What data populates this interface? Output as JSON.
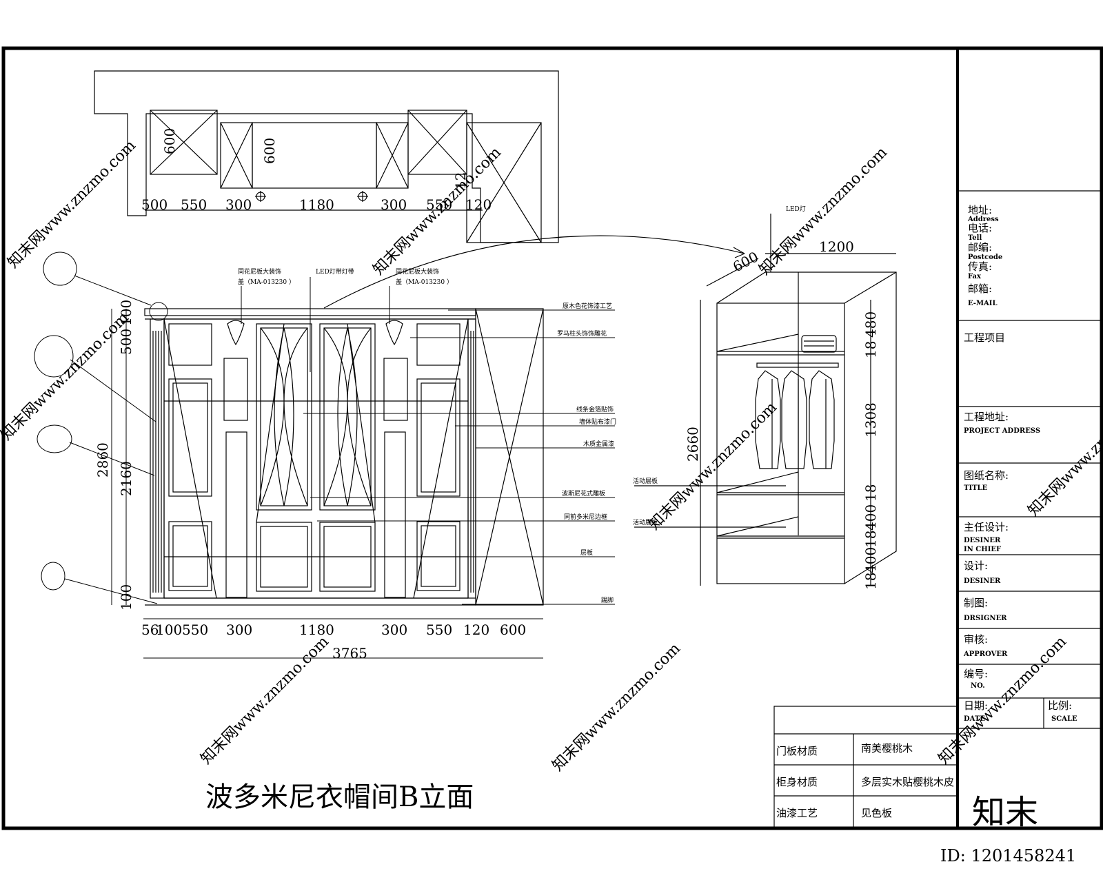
{
  "plan": {
    "dims": [
      "500",
      "550",
      "300",
      "1180",
      "300",
      "550",
      "120"
    ],
    "dim_600_a": "600",
    "dim_600_b": "600",
    "dim_12": "12"
  },
  "elevation": {
    "title": "波多米尼衣帽间B立面",
    "top_labels": {
      "left": "同花尼板大装饰",
      "left_code": "盖（MA-013230 ）",
      "center": "LED灯带灯带",
      "right": "同花尼板大装饰",
      "right_code": "盖（MA-013230 ）"
    },
    "callouts": [
      "原木色花饰漆工艺",
      "罗马柱头饰饰雕花",
      "线条金箔贴饰",
      "墙体贴布漆门",
      "木质金属漆",
      "波斯尼花式雕板",
      "同前多米尼边框",
      "层板",
      "踢脚"
    ],
    "vertical_dims": [
      "100",
      "500",
      "2160",
      "100"
    ],
    "total_height": "2860",
    "bottom_dims": [
      "56",
      "100",
      "550",
      "300",
      "1180",
      "300",
      "550",
      "120",
      "600"
    ],
    "total_width": "3765"
  },
  "section": {
    "led_label": "LED灯",
    "width": "1200",
    "depth": "600",
    "height": "2660",
    "side_dims": [
      "480",
      "18",
      "1308",
      "18",
      "400",
      "18",
      "400",
      "18"
    ],
    "shelf_label": "活动层板"
  },
  "materials": [
    {
      "label": "门板材质",
      "value": "南美樱桃木"
    },
    {
      "label": "柜身材质",
      "value": "多层实木贴樱桃木皮"
    },
    {
      "label": "油漆工艺",
      "value": "见色板"
    }
  ],
  "title_block": {
    "address_cn": "地址:",
    "address_en": "Address",
    "tel_cn": "电话:",
    "tel_en": "Tell",
    "postcode_cn": "邮编:",
    "postcode_en": "Postcode",
    "fax_cn": "传真:",
    "fax_en": "Fax",
    "email_cn": "邮箱:",
    "email_en": "E-MAIL",
    "project": "工程项目",
    "project_address_cn": "工程地址:",
    "project_address_en": "PROJECT ADDRESS",
    "title_cn": "图纸名称:",
    "title_en": "TITLE",
    "chief_cn": "主任设计:",
    "chief_en1": "DESINER",
    "chief_en2": "IN CHIEF",
    "designer_cn": "设计:",
    "designer_en": "DESINER",
    "drafter_cn": "制图:",
    "drafter_en": "DRSIGNER",
    "approver_cn": "审核:",
    "approver_en": "APPROVER",
    "no_cn": "编号:",
    "no_en": "NO.",
    "date_cn": "日期:",
    "date_en": "DATE",
    "scale_cn": "比例:",
    "scale_en": "SCALE"
  },
  "watermark": {
    "text": "知末网www.znzmo.com",
    "logo": "知末",
    "id": "ID: 1201458241"
  }
}
